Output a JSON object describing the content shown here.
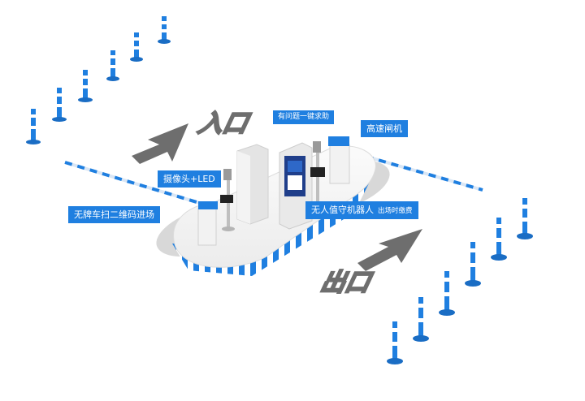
{
  "labels": {
    "help_button": "有问题一键求助",
    "barrier_gate": "高速闸机",
    "camera_led": "摄像头+LED",
    "plate_scan_entry": "无牌车扫二维码进场",
    "unattended_robot": "无人值守机器人",
    "exit_payment": "出场时缴费"
  },
  "road_text": {
    "entrance": "入口",
    "exit": "出口"
  },
  "colors": {
    "accent_blue": "#1f7fe0",
    "arrow_gray": "#6e6e6e",
    "platform_white": "#f4f4f4"
  }
}
